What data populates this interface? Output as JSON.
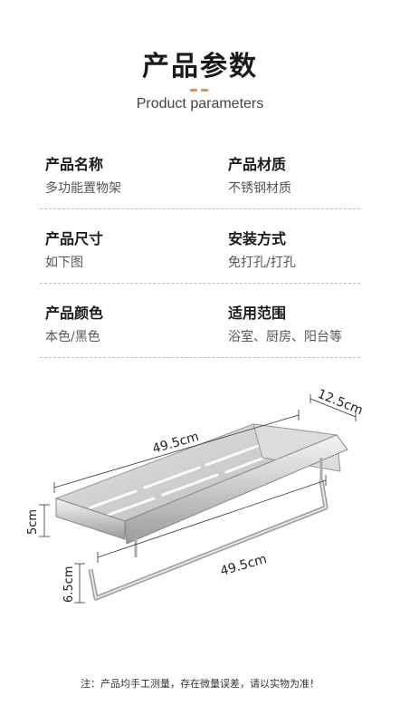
{
  "header": {
    "title": "产品参数",
    "subtitle": "Product parameters",
    "accent_color": "#c8946a"
  },
  "params": [
    {
      "label": "产品名称",
      "value": "多功能置物架"
    },
    {
      "label": "产品材质",
      "value": "不锈钢材质"
    },
    {
      "label": "产品尺寸",
      "value": "如下图"
    },
    {
      "label": "安装方式",
      "value": "免打孔/打孔"
    },
    {
      "label": "产品颜色",
      "value": "本色/黑色"
    },
    {
      "label": "适用范围",
      "value": "浴室、厨房、阳台等"
    }
  ],
  "dimensions": {
    "top_length": "49.5cm",
    "depth": "12.5cm",
    "height": "5cm",
    "bottom_length": "49.5cm",
    "rail_height": "6.5cm"
  },
  "footer": {
    "note": "注：产品均手工测量，存在微量误差，请以实物为准！"
  }
}
